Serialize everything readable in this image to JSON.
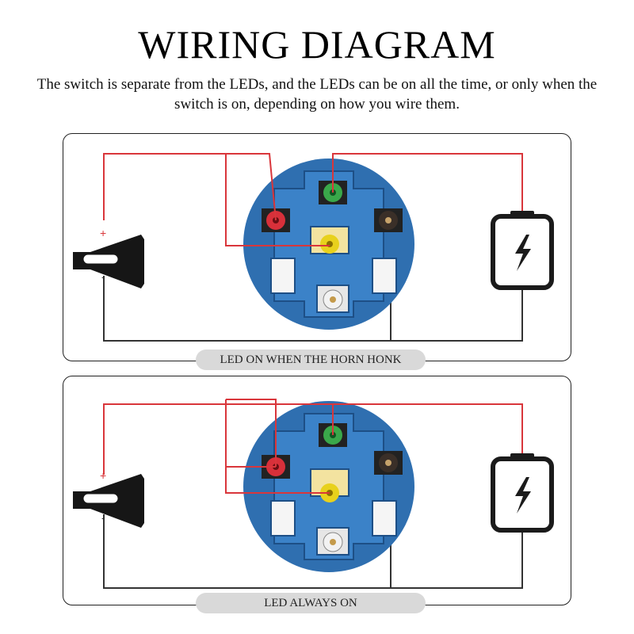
{
  "header": {
    "title": "WIRING DIAGRAM",
    "subtitle": "The switch is separate from the LEDs, and the LEDs can be on all the time, or only when the switch is on, depending on how you wire them."
  },
  "panels": [
    {
      "caption": "LED ON WHEN THE HORN HONK",
      "horn_plus": "+",
      "horn_minus": "-"
    },
    {
      "caption": "LED ALWAYS ON",
      "horn_plus": "+",
      "horn_minus": "-"
    }
  ],
  "colors": {
    "wire_red": "#d9363b",
    "wire_black": "#333333",
    "switch_blue": "#2f6fb0",
    "switch_blue_dark": "#1d4f86",
    "terminal_green": "#3aa84a",
    "terminal_red": "#d8303a",
    "terminal_yellow": "#e8d11c",
    "terminal_black": "#3a2f28",
    "terminal_white": "#f2f2f2",
    "caption_bg": "#d9d9d9"
  },
  "icons": [
    "horn-icon",
    "battery-icon",
    "lightning-icon"
  ]
}
